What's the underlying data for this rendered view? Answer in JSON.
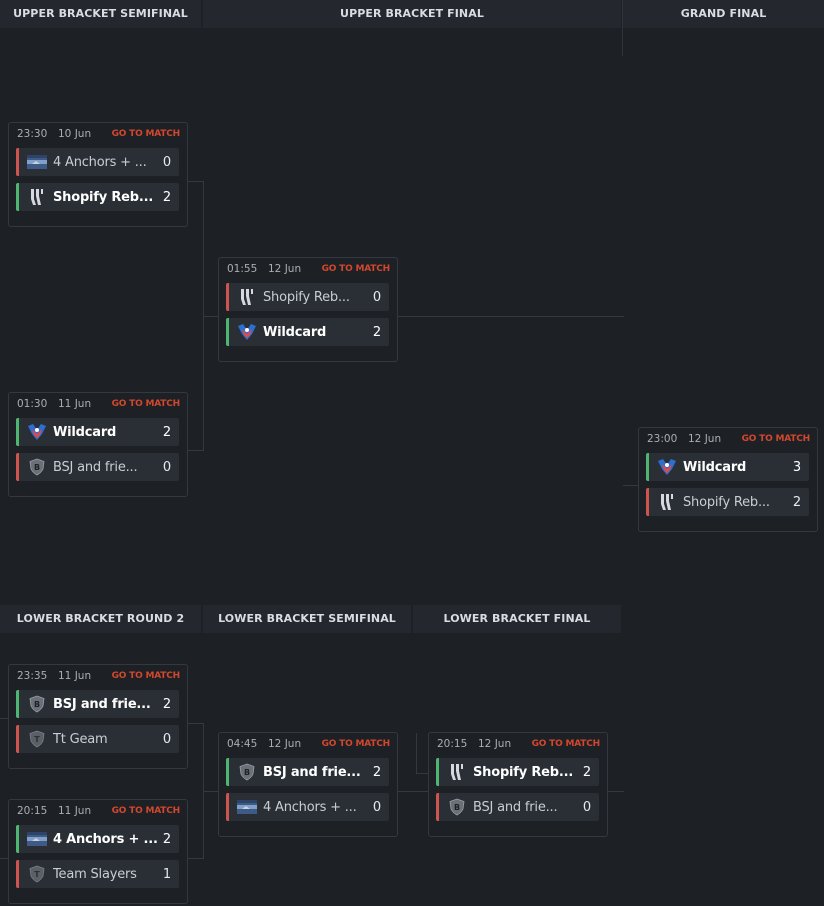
{
  "columns": {
    "upper_semi": "UPPER BRACKET SEMIFINAL",
    "upper_final": "UPPER BRACKET FINAL",
    "grand_final": "GRAND FINAL",
    "lower_r2": "LOWER BRACKET ROUND 2",
    "lower_semi": "LOWER BRACKET SEMIFINAL",
    "lower_final": "LOWER BRACKET FINAL"
  },
  "go_to_match": "GO TO MATCH",
  "matches": [
    {
      "time": "23:30",
      "date": "10 Jun",
      "t1": {
        "name": "4 Anchors + ...",
        "score": "0",
        "logo": "flag-icon",
        "win": false
      },
      "t2": {
        "name": "Shopify Reb...",
        "score": "2",
        "logo": "shopify-rebellion-logo",
        "win": true
      }
    },
    {
      "time": "01:30",
      "date": "11 Jun",
      "t1": {
        "name": "Wildcard",
        "score": "2",
        "logo": "wildcard-logo",
        "win": true
      },
      "t2": {
        "name": "BSJ and frie...",
        "score": "0",
        "logo": "shield-b-icon",
        "win": false
      }
    },
    {
      "time": "01:55",
      "date": "12 Jun",
      "t1": {
        "name": "Shopify Reb...",
        "score": "0",
        "logo": "shopify-rebellion-logo",
        "win": false
      },
      "t2": {
        "name": "Wildcard",
        "score": "2",
        "logo": "wildcard-logo",
        "win": true
      }
    },
    {
      "time": "23:00",
      "date": "12 Jun",
      "t1": {
        "name": "Wildcard",
        "score": "3",
        "logo": "wildcard-logo",
        "win": true
      },
      "t2": {
        "name": "Shopify Reb...",
        "score": "2",
        "logo": "shopify-rebellion-logo",
        "win": false
      }
    },
    {
      "time": "23:35",
      "date": "11 Jun",
      "t1": {
        "name": "BSJ and frie...",
        "score": "2",
        "logo": "shield-b-icon",
        "win": true
      },
      "t2": {
        "name": "Tt Geam",
        "score": "0",
        "logo": "shield-t-icon",
        "win": false
      }
    },
    {
      "time": "20:15",
      "date": "11 Jun",
      "t1": {
        "name": "4 Anchors + ...",
        "score": "2",
        "logo": "flag-icon",
        "win": true
      },
      "t2": {
        "name": "Team Slayers",
        "score": "1",
        "logo": "shield-t-icon",
        "win": false
      }
    },
    {
      "time": "04:45",
      "date": "12 Jun",
      "t1": {
        "name": "BSJ and frie...",
        "score": "2",
        "logo": "shield-b-icon",
        "win": true
      },
      "t2": {
        "name": "4 Anchors + ...",
        "score": "0",
        "logo": "flag-icon",
        "win": false
      }
    },
    {
      "time": "20:15",
      "date": "12 Jun",
      "t1": {
        "name": "Shopify Reb...",
        "score": "2",
        "logo": "shopify-rebellion-logo",
        "win": true
      },
      "t2": {
        "name": "BSJ and frie...",
        "score": "0",
        "logo": "shield-b-icon",
        "win": false
      }
    }
  ],
  "colors": {
    "win": "#4fb672",
    "loss": "#d0544e",
    "accent": "#d3472d"
  }
}
